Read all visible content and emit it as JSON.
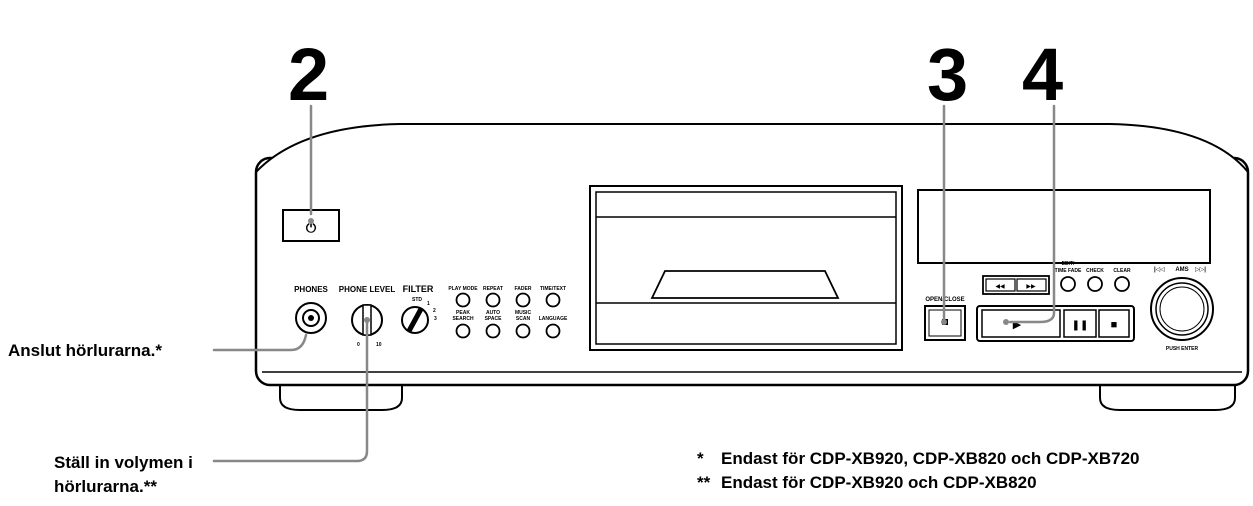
{
  "steps": {
    "s2": "2",
    "s3": "3",
    "s4": "4"
  },
  "callouts": {
    "phones": "Anslut hörlurarna.*",
    "volume_line1": "Ställ in volymen i",
    "volume_line2": "hörlurarna.**"
  },
  "notes": [
    {
      "mark": "*",
      "text": "Endast för CDP-XB920, CDP-XB820 och CDP-XB720"
    },
    {
      "mark": "**",
      "text": "Endast för CDP-XB920 och CDP-XB820"
    }
  ],
  "panel": {
    "power_symbol": "⏻",
    "phones": "PHONES",
    "phone_level": "PHONE LEVEL",
    "level_min": "0",
    "level_max": "10",
    "filter": "FILTER",
    "filter_std": "STD",
    "filter_1": "1",
    "filter_2": "2",
    "filter_3": "3",
    "play_mode": "PLAY MODE",
    "repeat": "REPEAT",
    "fader": "FADER",
    "time_text": "TIME/TEXT",
    "peak_search_1": "PEAK",
    "peak_search_2": "SEARCH",
    "auto_space_1": "AUTO",
    "auto_space_2": "SPACE",
    "music_scan_1": "MUSIC",
    "music_scan_2": "SCAN",
    "language": "LANGUAGE",
    "open_close": "OPEN/CLOSE",
    "edit_1": "EDIT/",
    "edit_2": "TIME FADE",
    "check": "CHECK",
    "clear": "CLEAR",
    "ams": "AMS",
    "push_enter": "PUSH ENTER",
    "rew": "◀◀",
    "ffwd": "▶▶",
    "play": "▶",
    "pause": "❚❚",
    "stop": "■"
  }
}
